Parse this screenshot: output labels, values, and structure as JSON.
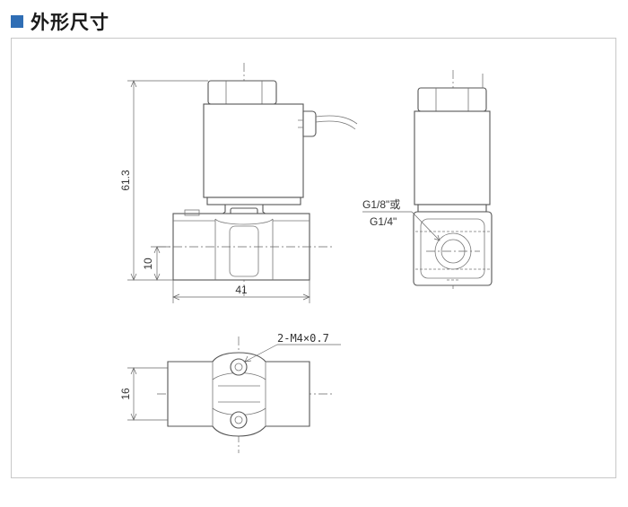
{
  "header": {
    "title": "外形尺寸",
    "marker_color": "#2f6eb5"
  },
  "diagram": {
    "front_view": {
      "height_dim": "61.3",
      "port_height_dim": "10",
      "width_dim": "41"
    },
    "side_view": {
      "port_label_1": "G1/8\"或",
      "port_label_2": "G1/4\""
    },
    "bottom_view": {
      "screw_label": "2-M4×0.7",
      "width_dim": "16"
    }
  }
}
